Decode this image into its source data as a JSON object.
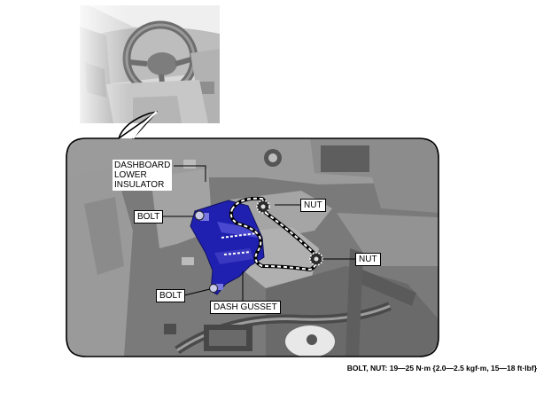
{
  "labels": {
    "dashboard_lower_insulator": "DASHBOARD\nLOWER\nINSULATOR",
    "bolt_upper": "BOLT",
    "bolt_lower": "BOLT",
    "nut_upper": "NUT",
    "nut_lower": "NUT",
    "dash_gusset": "DASH GUSSET"
  },
  "torque_spec": "BOLT, NUT:  19—25 N·m {2.0—2.5 kgf·m, 15—18 ft·lbf}",
  "colors": {
    "gusset": "#2020b0",
    "metal": "#8a8a8a",
    "background": "#ffffff"
  }
}
